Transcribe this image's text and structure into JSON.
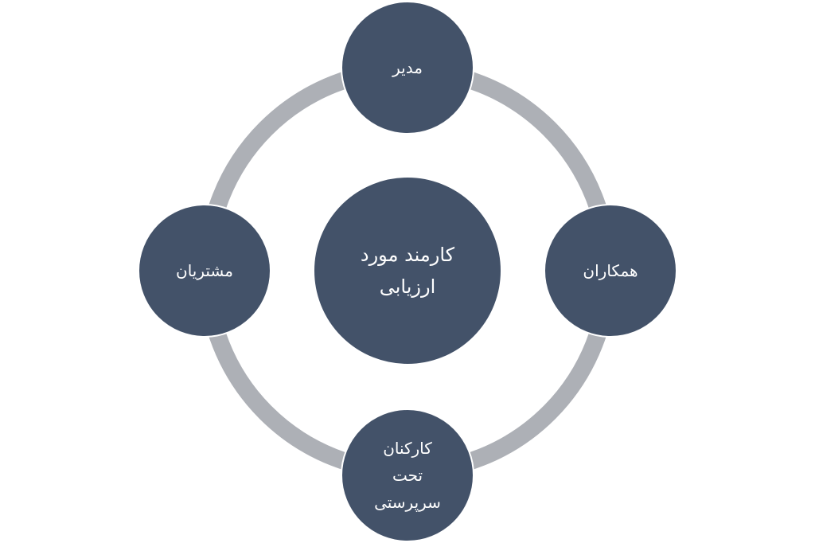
{
  "colors": {
    "node_fill": "#435269",
    "ring": "#adb0b6",
    "text": "#ffffff",
    "background": "#ffffff"
  },
  "diagram": {
    "type": "cycle-hub",
    "center": {
      "label": "کارمند مورد\nارزیابی"
    },
    "nodes": [
      {
        "position": "top",
        "label": "مدیر"
      },
      {
        "position": "right",
        "label": "همکاران"
      },
      {
        "position": "bottom",
        "label": "کارکنان\nتحت\nسرپرستی"
      },
      {
        "position": "left",
        "label": "مشتریان"
      }
    ]
  }
}
